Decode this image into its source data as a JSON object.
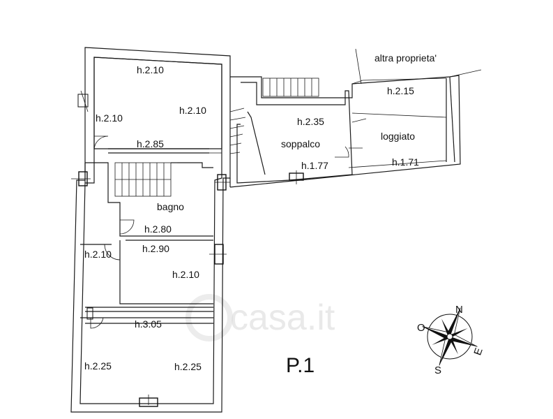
{
  "plan": {
    "floor_label": "P.1",
    "neighbor_label": "altra proprieta'",
    "watermark": "casa.it",
    "rooms": {
      "top_room": {
        "h_top": "h.2.10",
        "h_left": "h.2.10",
        "h_right": "h.2.10",
        "h_bottom": "h.2.85"
      },
      "bagno": {
        "name": "bagno",
        "h": "h.2.80"
      },
      "middle_room": {
        "h_left": "h.2.10",
        "h_top": "h.2.90",
        "h_right": "h.2.10"
      },
      "bottom_room": {
        "h_top": "h.3.05",
        "h_left": "h.2.25",
        "h_right": "h.2.25"
      },
      "soppalco": {
        "name": "soppalco",
        "h_top": "h.2.35",
        "h_bottom": "h.1.77"
      },
      "loggiato": {
        "name": "loggiato",
        "h_top": "h.2.15",
        "h_bottom": "h.1.71"
      }
    },
    "compass": {
      "n": "N",
      "s": "S",
      "e": "E",
      "o": "O"
    }
  }
}
